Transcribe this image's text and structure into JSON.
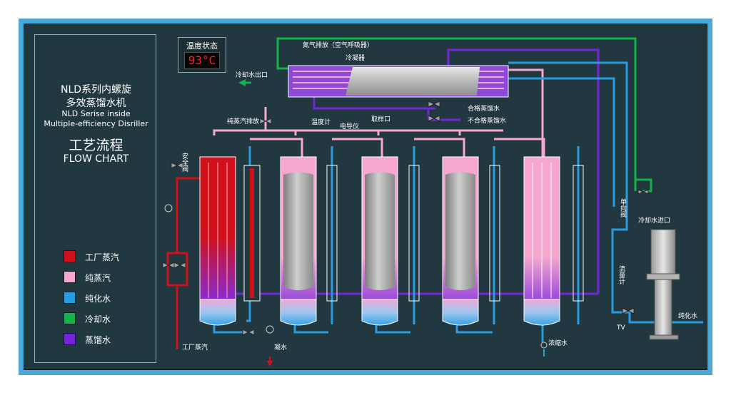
{
  "panel": {
    "title_cn_1": "NLD系列内螺旋",
    "title_cn_2": "多效蒸馏水机",
    "title_en_1": "NLD Serise inside",
    "title_en_2": "Multiple-efficiency Disriller",
    "flow_cn": "工艺流程",
    "flow_en": "FLOW CHART"
  },
  "legend": [
    {
      "label": "工厂蒸汽",
      "color": "#d0101a"
    },
    {
      "label": "纯蒸汽",
      "color": "#f7a7cf"
    },
    {
      "label": "纯化水",
      "color": "#2b9be0"
    },
    {
      "label": "冷却水",
      "color": "#13b24a"
    },
    {
      "label": "蒸馏水",
      "color": "#7226d6"
    }
  ],
  "temperature": {
    "title": "温度状态",
    "value": "93",
    "unit": "°C"
  },
  "labels": {
    "nitrogen_vent": "氮气排放（空气呼吸器）",
    "condenser": "冷凝器",
    "cooling_out": "冷却水出口",
    "thermometer": "温度计",
    "conductivity": "电导仪",
    "sample_port": "取样口",
    "qualified": "合格蒸馏水",
    "unqualified": "不合格蒸馏水",
    "pure_steam_vent": "纯蒸汽排放",
    "safety_valve": "安全阀",
    "check_valve": "单向阀",
    "cooling_in": "冷却水进口",
    "flowmeter": "流量计",
    "purified_water": "纯化水",
    "factory_steam": "工厂蒸汽",
    "condensate": "凝水",
    "concentrate": "浓缩水",
    "tv": "TV"
  },
  "colors": {
    "factory_steam": "#d0101a",
    "pure_steam": "#f7a7cf",
    "purified_water": "#2b9be0",
    "cooling_water": "#13b24a",
    "distilled_water": "#7226d6"
  }
}
